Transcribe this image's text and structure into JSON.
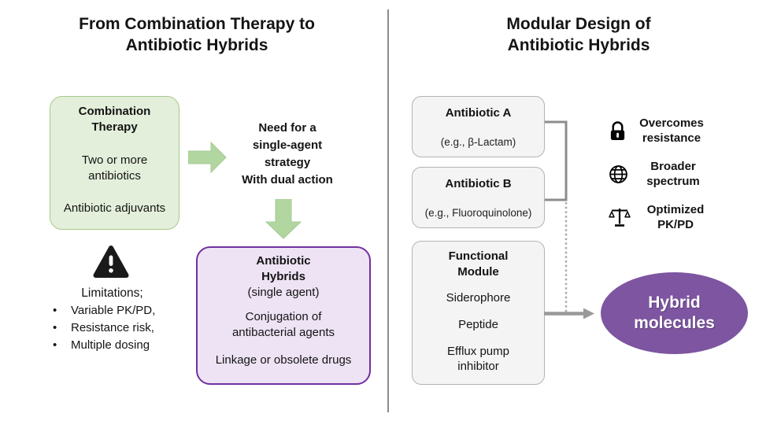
{
  "figure": {
    "left": {
      "title": {
        "line1": "From Combination Therapy to",
        "line2": "Antibiotic Hybrids"
      },
      "combination_box": {
        "heading_line1": "Combination",
        "heading_line2": "Therapy",
        "point1_line1": "Two or more",
        "point1_line2": "antibiotics",
        "point2": "Antibiotic adjuvants"
      },
      "need": {
        "line1": "Need for a",
        "line2": "single-agent",
        "line3": "strategy",
        "line4": "With dual action"
      },
      "hybrids_box": {
        "heading_line1": "Antibiotic",
        "heading_line2": "Hybrids",
        "subheading": "(single agent)",
        "point1_line1": "Conjugation of",
        "point1_line2": "antibacterial agents",
        "point2": "Linkage or obsolete drugs"
      },
      "limitations": {
        "heading": "Limitations;",
        "bullet": "•",
        "item1": "Variable PK/PD,",
        "item2": "Resistance risk,",
        "item3": "Multiple dosing"
      }
    },
    "right": {
      "title": {
        "line1": "Modular Design of",
        "line2": "Antibiotic Hybrids"
      },
      "antibiotic_a_box": {
        "heading": "Antibiotic A",
        "example": "(e.g., β-Lactam)"
      },
      "antibiotic_b_box": {
        "heading": "Antibiotic B",
        "example": "(e.g., Fluoroquinolone)"
      },
      "functional_module_box": {
        "heading_line1": "Functional",
        "heading_line2": "Module",
        "item1": "Siderophore",
        "item2": "Peptide",
        "item3_line1": "Efflux pump",
        "item3_line2": "inhibitor"
      },
      "benefits": [
        {
          "icon": "lock-icon",
          "line1": "Overcomes",
          "line2": "resistance"
        },
        {
          "icon": "globe-icon",
          "line1": "Broader",
          "line2": "spectrum"
        },
        {
          "icon": "scales-icon",
          "line1": "Optimized",
          "line2": "PK/PD"
        }
      ],
      "hybrid_ellipse": {
        "line1": "Hybrid",
        "line2": "molecules"
      }
    },
    "colors": {
      "green_box_fill": "#e3efda",
      "green_box_border": "#a8c88d",
      "green_arrow": "#b2d6a0",
      "purple_box_fill": "#eee3f4",
      "purple_box_border": "#7030a0",
      "hybrid_ellipse_fill": "#7d55a0",
      "module_box_fill": "#f4f4f5",
      "module_box_border": "#b3b3b3",
      "connector_gray": "#8c8c8c",
      "text_color": "#141414"
    }
  }
}
